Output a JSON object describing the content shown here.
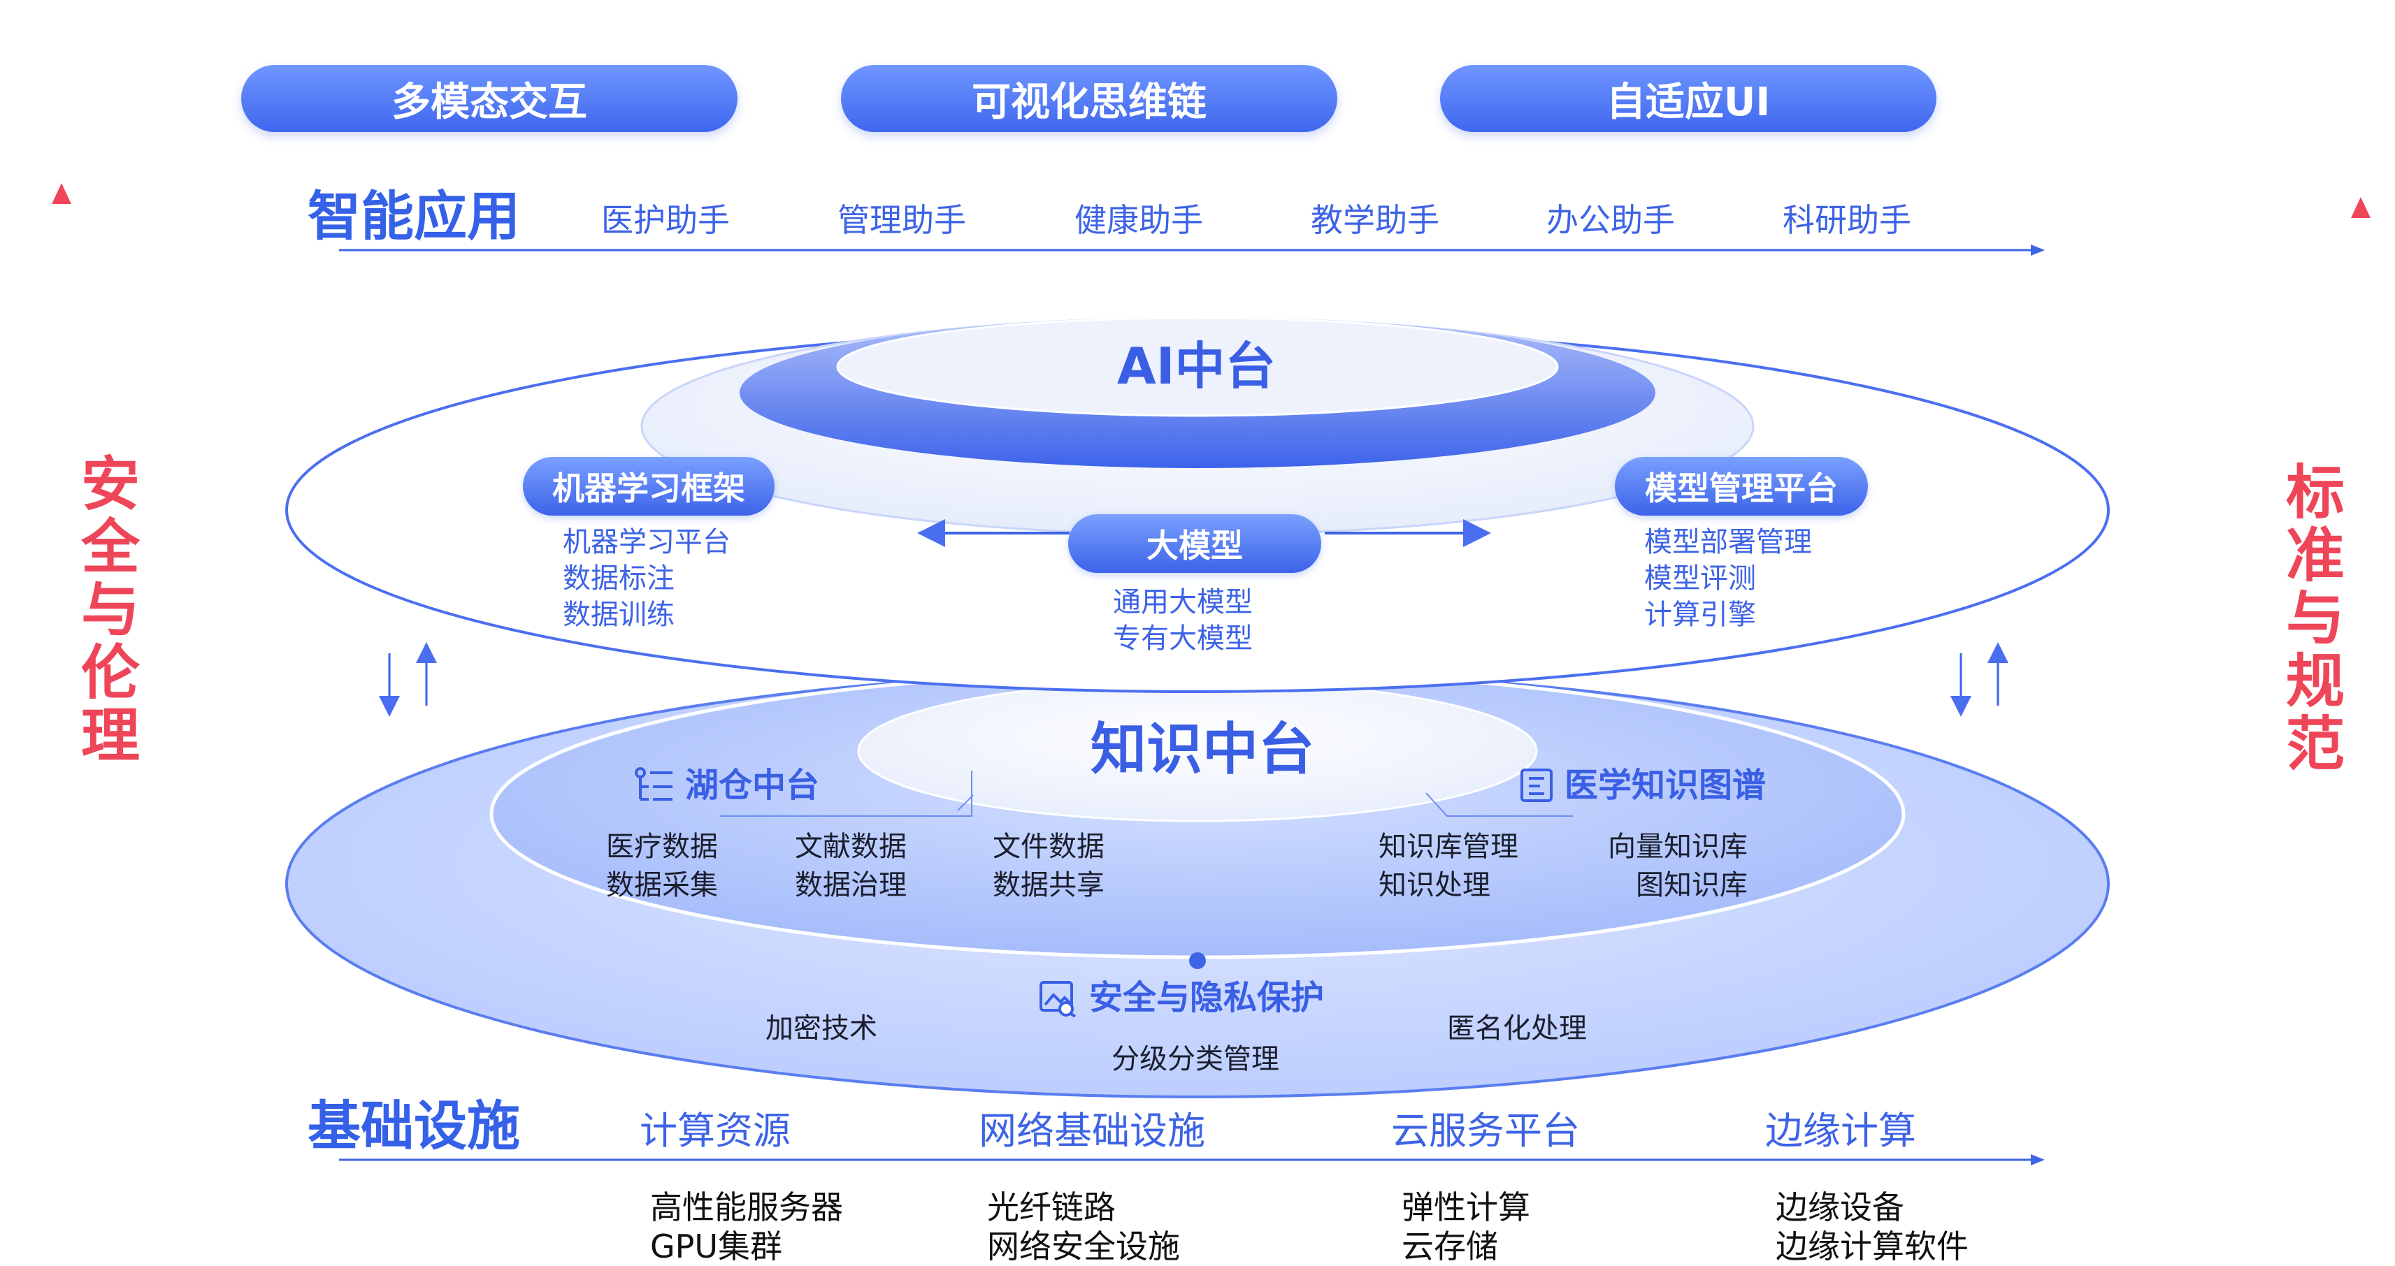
{
  "top_pills": [
    "多模态交互",
    "可视化思维链",
    "自适应UI"
  ],
  "app_layer": {
    "title": "智能应用",
    "items": [
      "医护助手",
      "管理助手",
      "健康助手",
      "教学助手",
      "办公助手",
      "科研助手"
    ]
  },
  "ai_platform": {
    "title": "AI中台",
    "ml_framework": {
      "label": "机器学习框架",
      "items": [
        "机器学习平台",
        "数据标注",
        "数据训练"
      ]
    },
    "big_model": {
      "label": "大模型",
      "items": [
        "通用大模型",
        "专有大模型"
      ]
    },
    "model_mgmt": {
      "label": "模型管理平台",
      "items": [
        "模型部署管理",
        "模型评测",
        "计算引擎"
      ]
    }
  },
  "knowledge_platform": {
    "title": "知识中台",
    "lakehouse": {
      "label": "湖仓中台",
      "items": [
        "医疗数据",
        "数据采集",
        "文献数据",
        "数据治理",
        "文件数据",
        "数据共享"
      ]
    },
    "medical_kg": {
      "label": "医学知识图谱",
      "items": [
        "知识库管理",
        "知识处理",
        "向量知识库",
        "图知识库"
      ]
    }
  },
  "security": {
    "label": "安全与隐私保护",
    "items": [
      "加密技术",
      "分级分类管理",
      "匿名化处理"
    ]
  },
  "infrastructure": {
    "title": "基础设施",
    "groups": [
      {
        "name": "计算资源",
        "items": [
          "高性能服务器",
          "GPU集群"
        ]
      },
      {
        "name": "网络基础设施",
        "items": [
          "光纤链路",
          "网络安全设施"
        ]
      },
      {
        "name": "云服务平台",
        "items": [
          "弹性计算",
          "云存储"
        ]
      },
      {
        "name": "边缘计算",
        "items": [
          "边缘设备",
          "边缘计算软件"
        ]
      }
    ]
  },
  "side_left": [
    "安",
    "全",
    "与",
    "伦",
    "理"
  ],
  "side_right": [
    "标",
    "准",
    "与",
    "规",
    "范"
  ],
  "colors": {
    "primary": "#3a5fe5",
    "accent_red": "#ee4658"
  }
}
